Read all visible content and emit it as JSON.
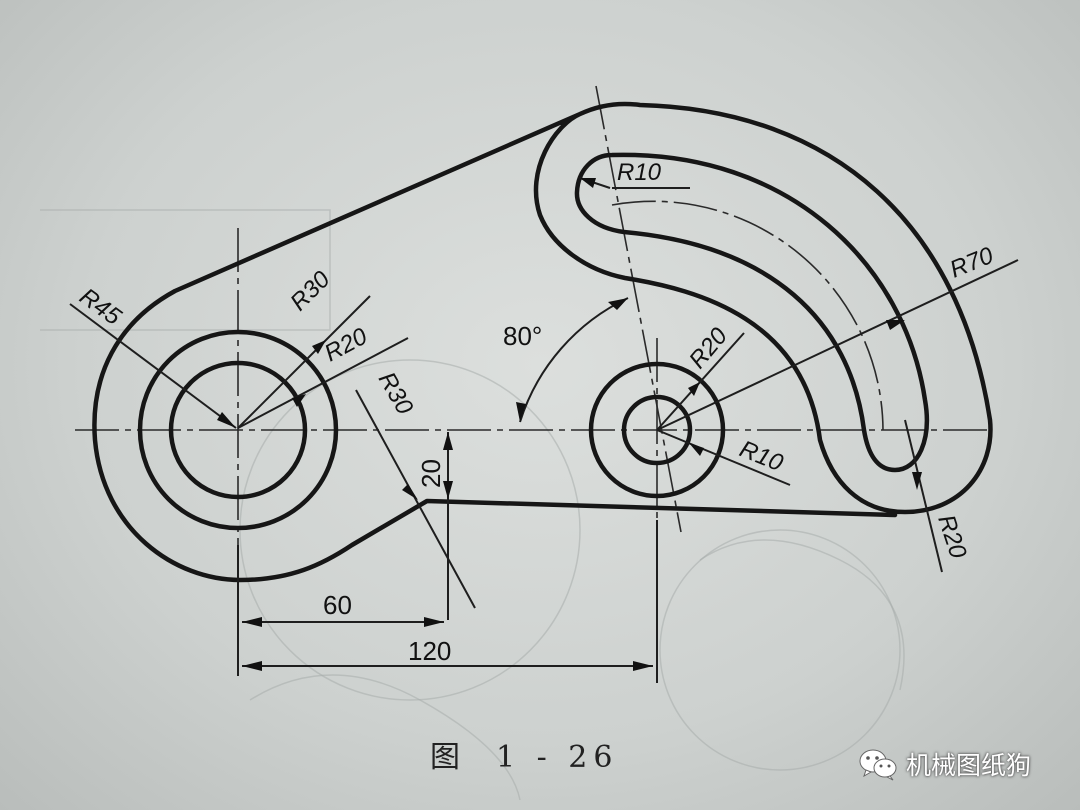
{
  "figure": {
    "caption_label": "图",
    "caption_number": "1 - 26"
  },
  "dimensions": {
    "r45": "R45",
    "r30_left": "R30",
    "r20_left": "R20",
    "r30_fillet": "R30",
    "gap_20": "20",
    "angle_80": "80°",
    "r10_top": "R10",
    "r20_right": "R20",
    "r10_right": "R10",
    "r70": "R70",
    "r20_bottom": "R20",
    "len_60": "60",
    "len_120": "120"
  },
  "watermark": {
    "icon": "wechat-icon",
    "text": "机械图纸狗"
  }
}
